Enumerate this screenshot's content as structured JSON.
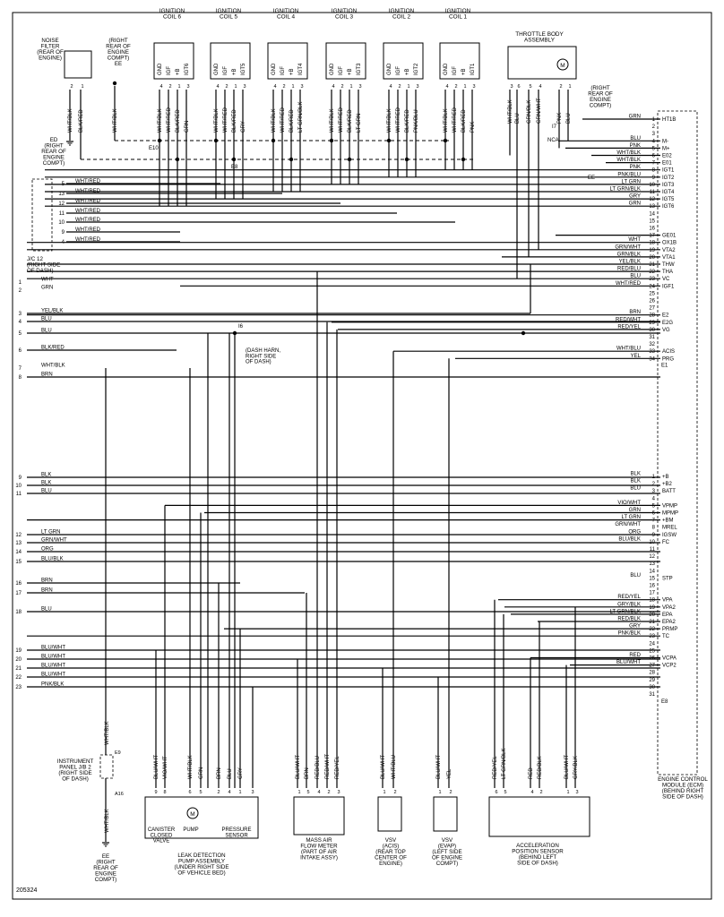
{
  "figure_number": "205324",
  "coils": [
    {
      "title": "IGNITION\nCOIL 6",
      "pins": [
        "GND",
        "IGF",
        "+B",
        "IGT6"
      ],
      "pin_nums": [
        "4",
        "2",
        "1",
        "3"
      ],
      "wires": [
        "WHT/BLK",
        "WHT/RED",
        "BLK/RED",
        "GRN"
      ]
    },
    {
      "title": "IGNITION\nCOIL 5",
      "pins": [
        "GND",
        "IGF",
        "+B",
        "IGT5"
      ],
      "pin_nums": [
        "4",
        "2",
        "1",
        "3"
      ],
      "wires": [
        "WHT/BLK",
        "WHT/RED",
        "BLK/RED",
        "GRY"
      ]
    },
    {
      "title": "IGNITION\nCOIL 4",
      "pins": [
        "GND",
        "IGF",
        "+B",
        "IGT4"
      ],
      "pin_nums": [
        "4",
        "2",
        "1",
        "3"
      ],
      "wires": [
        "WHT/BLK",
        "WHT/RED",
        "BLK/RED",
        "LT GRN/BLK"
      ]
    },
    {
      "title": "IGNITION\nCOIL 3",
      "pins": [
        "GND",
        "IGF",
        "+B",
        "IGT3"
      ],
      "pin_nums": [
        "4",
        "2",
        "1",
        "3"
      ],
      "wires": [
        "WHT/BLK",
        "WHT/RED",
        "BLK/RED",
        "LT GRN"
      ]
    },
    {
      "title": "IGNITION\nCOIL 2",
      "pins": [
        "GND",
        "IGF",
        "+B",
        "IGT2"
      ],
      "pin_nums": [
        "4",
        "2",
        "1",
        "3"
      ],
      "wires": [
        "WHT/BLK",
        "WHT/RED",
        "BLK/RED",
        "PNK/BLU"
      ]
    },
    {
      "title": "IGNITION\nCOIL 1",
      "pins": [
        "GND",
        "IGF",
        "+B",
        "IGT1"
      ],
      "pin_nums": [
        "4",
        "2",
        "1",
        "3"
      ],
      "wires": [
        "WHT/BLK",
        "WHT/RED",
        "BLK/RED",
        "PNK"
      ]
    }
  ],
  "noise_filter": {
    "label": "NOISE\nFILTER\n(REAR OF\nENGINE)",
    "pin_nums": [
      "2",
      "1"
    ],
    "wires": [
      "WHT/BLK",
      "BLK/RED"
    ]
  },
  "ground_top": {
    "label": "(RIGHT\nREAR OF\nENGINE\nCOMPT)\nEE",
    "wire": "WHT/BLK"
  },
  "ground_ed": {
    "label": "ED\n(RIGHT\nREAR OF\nENGINE\nCOMPT)"
  },
  "splices": {
    "e10": "E10",
    "e8": "E8",
    "i6": "I6",
    "i7": "I7",
    "i6_note": "(DASH HARN,\nRIGHT SIDE\nOF DASH)"
  },
  "throttle": {
    "title": "THROTTLE BODY\nASSEMBLY",
    "pin_nums": [
      "3",
      "6",
      "5",
      "4",
      "2",
      "1"
    ],
    "wires": [
      "WHT/BLK",
      "BLU",
      "GRN/BLK",
      "GRN/WHT",
      "PNK",
      "BLU"
    ],
    "ground_label": "(RIGHT\nREAR OF\nENGINE\nCOMPT)",
    "ground_tag": "EE",
    "nca": "NCA"
  },
  "jc12": {
    "label": "J/C 12\n(RIGHT SIDE\nOF DASH)",
    "rows": [
      {
        "pin": "5",
        "wire": "WHT/RED"
      },
      {
        "pin": "13",
        "wire": "WHT/RED"
      },
      {
        "pin": "12",
        "wire": "WHT/RED"
      },
      {
        "pin": "11",
        "wire": "WHT/RED"
      },
      {
        "pin": "10",
        "wire": "WHT/RED"
      },
      {
        "pin": "9",
        "wire": "WHT/RED"
      },
      {
        "pin": "4",
        "wire": "WHT/RED"
      }
    ]
  },
  "left_wires": [
    {
      "num": "1",
      "wire": "WHT"
    },
    {
      "num": "2",
      "wire": "GRN"
    },
    {
      "num": "3",
      "wire": "YEL/BLK"
    },
    {
      "num": "4",
      "wire": "BLU"
    },
    {
      "num": "5",
      "wire": "BLU"
    },
    {
      "num": "6",
      "wire": "BLK/RED"
    },
    {
      "num": "7",
      "wire": "WHT/BLK"
    },
    {
      "num": "8",
      "wire": "BRN"
    },
    {
      "num": "9",
      "wire": "BLK"
    },
    {
      "num": "10",
      "wire": "BLK"
    },
    {
      "num": "11",
      "wire": "BLU"
    },
    {
      "num": "12",
      "wire": "LT GRN"
    },
    {
      "num": "13",
      "wire": "GRN/WHT"
    },
    {
      "num": "14",
      "wire": "ORG"
    },
    {
      "num": "15",
      "wire": "BLU/BLK"
    },
    {
      "num": "16",
      "wire": "BRN"
    },
    {
      "num": "17",
      "wire": "BRN"
    },
    {
      "num": "18",
      "wire": "BLU"
    },
    {
      "num": "19",
      "wire": "BLU/WHT"
    },
    {
      "num": "20",
      "wire": "BLU/WHT"
    },
    {
      "num": "21",
      "wire": "BLU/WHT"
    },
    {
      "num": "22",
      "wire": "BLU/WHT"
    },
    {
      "num": "23",
      "wire": "PNK/BLK"
    }
  ],
  "ecm_e1": {
    "name": "E1",
    "pins": [
      {
        "n": "1",
        "sig": "HT1B",
        "wire": "GRN"
      },
      {
        "n": "2",
        "sig": "",
        "wire": ""
      },
      {
        "n": "3",
        "sig": "",
        "wire": ""
      },
      {
        "n": "4",
        "sig": "M-",
        "wire": "BLU"
      },
      {
        "n": "5",
        "sig": "M+",
        "wire": "PNK"
      },
      {
        "n": "6",
        "sig": "E02",
        "wire": "WHT/BLK"
      },
      {
        "n": "7",
        "sig": "E01",
        "wire": "WHT/BLK"
      },
      {
        "n": "8",
        "sig": "IGT1",
        "wire": "PNK"
      },
      {
        "n": "9",
        "sig": "IGT2",
        "wire": "PNK/BLU"
      },
      {
        "n": "10",
        "sig": "IGT3",
        "wire": "LT GRN"
      },
      {
        "n": "11",
        "sig": "IGT4",
        "wire": "LT GRN/BLK"
      },
      {
        "n": "12",
        "sig": "IGT5",
        "wire": "GRY"
      },
      {
        "n": "13",
        "sig": "IGT6",
        "wire": "GRN"
      },
      {
        "n": "14",
        "sig": "",
        "wire": ""
      },
      {
        "n": "15",
        "sig": "",
        "wire": ""
      },
      {
        "n": "16",
        "sig": "",
        "wire": ""
      },
      {
        "n": "17",
        "sig": "GE01",
        "wire": "NCA"
      },
      {
        "n": "18",
        "sig": "OX1B",
        "wire": "WHT"
      },
      {
        "n": "19",
        "sig": "VTA2",
        "wire": "GRN/WHT"
      },
      {
        "n": "20",
        "sig": "VTA1",
        "wire": "GRN/BLK"
      },
      {
        "n": "21",
        "sig": "THW",
        "wire": "YEL/BLK"
      },
      {
        "n": "22",
        "sig": "THA",
        "wire": "RED/BLU"
      },
      {
        "n": "23",
        "sig": "VC",
        "wire": "BLU"
      },
      {
        "n": "24",
        "sig": "IGF1",
        "wire": "WHT/RED"
      },
      {
        "n": "25",
        "sig": "",
        "wire": ""
      },
      {
        "n": "26",
        "sig": "",
        "wire": ""
      },
      {
        "n": "27",
        "sig": "",
        "wire": ""
      },
      {
        "n": "28",
        "sig": "E2",
        "wire": "BRN"
      },
      {
        "n": "29",
        "sig": "E2G",
        "wire": "RED/WHT"
      },
      {
        "n": "30",
        "sig": "VG",
        "wire": "RED/YEL"
      },
      {
        "n": "31",
        "sig": "",
        "wire": ""
      },
      {
        "n": "32",
        "sig": "",
        "wire": ""
      },
      {
        "n": "33",
        "sig": "ACIS",
        "wire": "WHT/BLU"
      },
      {
        "n": "34",
        "sig": "PRG",
        "wire": "YEL"
      }
    ]
  },
  "ecm_e8": {
    "name": "E8",
    "pins": [
      {
        "n": "1",
        "sig": "+B",
        "wire": "BLK"
      },
      {
        "n": "2",
        "sig": "+B2",
        "wire": "BLK"
      },
      {
        "n": "3",
        "sig": "BATT",
        "wire": "BLU"
      },
      {
        "n": "4",
        "sig": "",
        "wire": ""
      },
      {
        "n": "5",
        "sig": "VPMP",
        "wire": "VIO/WHT"
      },
      {
        "n": "6",
        "sig": "MPMP",
        "wire": "GRN"
      },
      {
        "n": "7",
        "sig": "+BM",
        "wire": "LT GRN"
      },
      {
        "n": "8",
        "sig": "MREL",
        "wire": "GRN/WHT"
      },
      {
        "n": "9",
        "sig": "IGSW",
        "wire": "ORG"
      },
      {
        "n": "10",
        "sig": "FC",
        "wire": "BLU/BLK"
      },
      {
        "n": "11",
        "sig": "",
        "wire": ""
      },
      {
        "n": "12",
        "sig": "",
        "wire": ""
      },
      {
        "n": "13",
        "sig": "",
        "wire": ""
      },
      {
        "n": "14",
        "sig": "",
        "wire": ""
      },
      {
        "n": "15",
        "sig": "STP",
        "wire": "BLU"
      },
      {
        "n": "16",
        "sig": "",
        "wire": ""
      },
      {
        "n": "17",
        "sig": "",
        "wire": ""
      },
      {
        "n": "18",
        "sig": "VPA",
        "wire": "RED/YEL"
      },
      {
        "n": "19",
        "sig": "VPA2",
        "wire": "GRY/BLK"
      },
      {
        "n": "20",
        "sig": "EPA",
        "wire": "LT GRN/BLK"
      },
      {
        "n": "21",
        "sig": "EPA2",
        "wire": "RED/BLK"
      },
      {
        "n": "22",
        "sig": "PRMP",
        "wire": "GRY"
      },
      {
        "n": "23",
        "sig": "TC",
        "wire": "PNK/BLK"
      },
      {
        "n": "24",
        "sig": "",
        "wire": ""
      },
      {
        "n": "25",
        "sig": "",
        "wire": ""
      },
      {
        "n": "26",
        "sig": "VCPA",
        "wire": "RED"
      },
      {
        "n": "27",
        "sig": "VCP2",
        "wire": "BLU/WHT"
      },
      {
        "n": "28",
        "sig": "",
        "wire": ""
      },
      {
        "n": "29",
        "sig": "",
        "wire": ""
      },
      {
        "n": "30",
        "sig": "",
        "wire": ""
      },
      {
        "n": "31",
        "sig": "",
        "wire": ""
      }
    ]
  },
  "ecm_label": "ENGINE CONTROL\nMODULE (ECM)\n(BEHIND RIGHT\nSIDE OF DASH)",
  "leak_pump": {
    "label": "LEAK DETECTION\nPUMP ASSEMBLY\n(UNDER RIGHT SIDE\nOF VEHICLE BED)",
    "parts": [
      "CANISTER\nCLOSED\nVALVE",
      "PUMP",
      "PRESSURE\nSENSOR"
    ],
    "pins": [
      "9",
      "8",
      "6",
      "5",
      "2",
      "4",
      "1",
      "3"
    ],
    "wires": [
      "BLU/WHT",
      "VIO/WHT",
      "WHT/BLK",
      "GRN",
      "BRN",
      "BLU",
      "GRY",
      ""
    ]
  },
  "maf": {
    "label": "MASS AIR\nFLOW METER\n(PART OF AIR\nINTAKE ASSY)",
    "pins": [
      "1",
      "5",
      "4",
      "2",
      "3"
    ],
    "wires": [
      "BLU/WHT",
      "BRN",
      "RED/BLU",
      "RED/WHT",
      "RED/YEL"
    ]
  },
  "vsv_acis": {
    "label": "VSV\n(ACIS)\n(REAR TOP\nCENTER OF\nENGINE)",
    "pins": [
      "1",
      "2"
    ],
    "wires": [
      "BLU/WHT",
      "WHT/BLU"
    ]
  },
  "vsv_evap": {
    "label": "VSV\n(EVAP)\n(LEFT SIDE\nOF ENGINE\nCOMPT)",
    "pins": [
      "1",
      "2"
    ],
    "wires": [
      "BLU/WHT",
      "YEL"
    ]
  },
  "accel": {
    "label": "ACCELERATION\nPOSITION SENSOR\n(BEHIND LEFT\nSIDE OF DASH)",
    "pins": [
      "6",
      "5",
      "4",
      "2",
      "1",
      "3"
    ],
    "wires": [
      "RED/YEL",
      "LT GRN/BLK",
      "RED",
      "RED/BLK",
      "BLU/WHT",
      "GRY/BLK"
    ]
  },
  "instrument_panel": {
    "label": "INSTRUMENT\nPANEL J/B 2\n(RIGHT SIDE\nOF DASH)",
    "conn_top": "E9",
    "conn_bot": "A16",
    "wire_top": "WHT/BLK",
    "wire_bot": "WHT/BLK"
  },
  "ground_bottom": {
    "label": "EE\n(RIGHT\nREAR OF\nENGINE\nCOMPT)"
  }
}
